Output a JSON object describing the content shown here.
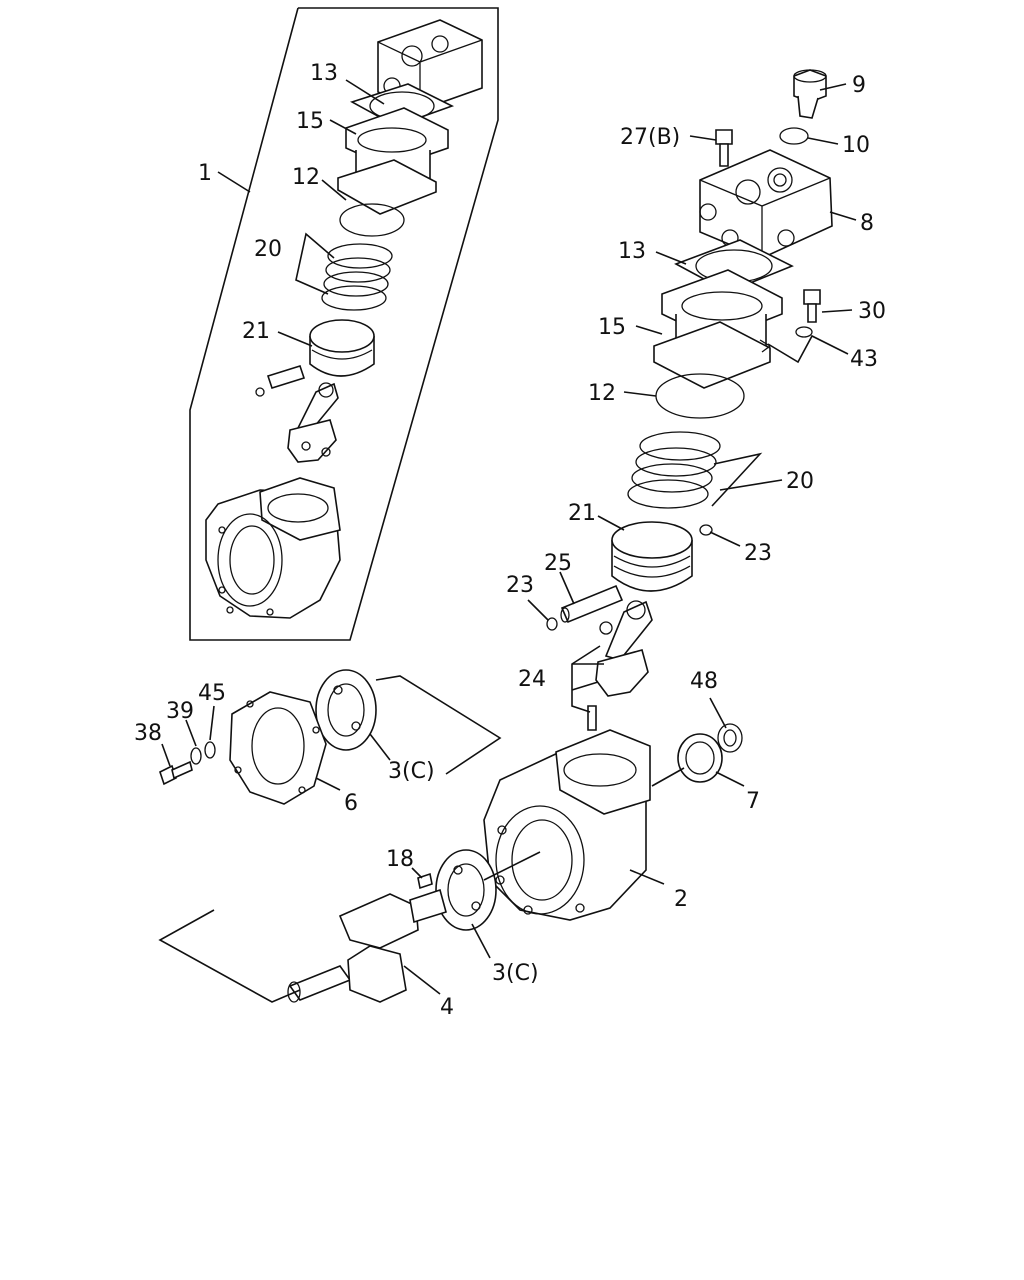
{
  "labels": {
    "l_1": "1",
    "l_13a": "13",
    "l_15a": "15",
    "l_12a": "12",
    "l_20a": "20",
    "l_21a": "21",
    "l_9": "9",
    "l_27b": "27(B)",
    "l_10": "10",
    "l_8": "8",
    "l_13b": "13",
    "l_30": "30",
    "l_15b": "15",
    "l_43": "43",
    "l_12b": "12",
    "l_20b": "20",
    "l_21b": "21",
    "l_23a": "23",
    "l_25": "25",
    "l_23b": "23",
    "l_24": "24",
    "l_48": "48",
    "l_45": "45",
    "l_39": "39",
    "l_38": "38",
    "l_3c_a": "3(C)",
    "l_6": "6",
    "l_7": "7",
    "l_18": "18",
    "l_2": "2",
    "l_3c_b": "3(C)",
    "l_4": "4"
  }
}
